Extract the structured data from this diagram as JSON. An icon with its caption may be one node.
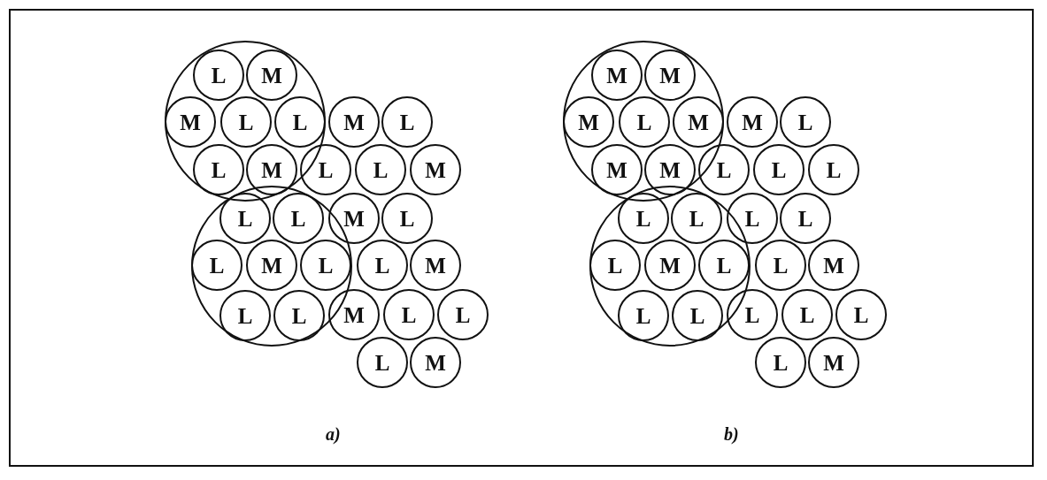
{
  "diagram": {
    "nodes": [
      {
        "text": [],
        "shape": "circle"
      },
      {
        "text": [
          "L"
        ],
        "in": 0
      },
      {
        "text": [
          "M"
        ],
        "in": 0
      },
      {
        "text": [
          "M"
        ],
        "in": 0
      },
      {
        "text": [
          "L"
        ],
        "in": 0
      },
      {
        "text": [
          "L"
        ],
        "in": 0
      },
      {
        "text": [
          "L"
        ],
        "in": 0
      },
      {
        "text": [
          "M"
        ],
        "in": 0
      },
      {
        "text": [
          "M"
        ]
      },
      {
        "text": [
          "L"
        ]
      },
      {
        "text": [
          "L"
        ]
      },
      {
        "text": [
          "L"
        ]
      },
      {
        "text": [
          "M"
        ]
      },
      {
        "text": [],
        "shape": "circle"
      },
      {
        "text": [
          "L"
        ],
        "in": 13
      },
      {
        "text": [
          "L"
        ],
        "in": 13
      },
      {
        "text": [
          "L"
        ],
        "in": 13
      },
      {
        "text": [
          "M"
        ],
        "in": 13
      },
      {
        "text": [
          "L"
        ],
        "in": 13
      },
      {
        "text": [
          "L"
        ],
        "in": 13
      },
      {
        "text": [
          "L"
        ],
        "in": 13
      },
      {
        "text": [
          "M"
        ]
      },
      {
        "text": [
          "L"
        ]
      },
      {
        "text": [
          "L"
        ]
      },
      {
        "text": [
          "M"
        ]
      },
      {
        "text": [
          "M"
        ]
      },
      {
        "text": [
          "L"
        ]
      },
      {
        "text": [
          "L"
        ]
      },
      {
        "text": [
          "L"
        ]
      },
      {
        "text": [
          "M"
        ]
      },
      {
        "text": [],
        "shape": "circle"
      },
      {
        "text": [
          "M"
        ],
        "in": 30
      },
      {
        "text": [
          "M"
        ],
        "in": 30
      },
      {
        "text": [
          "M"
        ],
        "in": 30
      },
      {
        "text": [
          "L"
        ],
        "in": 30
      },
      {
        "text": [
          "M"
        ],
        "in": 30
      },
      {
        "text": [
          "M"
        ],
        "in": 30
      },
      {
        "text": [
          "M"
        ],
        "in": 30
      },
      {
        "text": [
          "M"
        ]
      },
      {
        "text": [
          "L"
        ]
      },
      {
        "text": [
          "L"
        ]
      },
      {
        "text": [
          "L"
        ]
      },
      {
        "text": [
          "L"
        ]
      },
      {
        "text": [],
        "shape": "circle"
      },
      {
        "text": [
          "L"
        ],
        "in": 43
      },
      {
        "text": [
          "L"
        ],
        "in": 43
      },
      {
        "text": [
          "L"
        ],
        "in": 43
      },
      {
        "text": [
          "M"
        ],
        "in": 43
      },
      {
        "text": [
          "L"
        ],
        "in": 43
      },
      {
        "text": [
          "L"
        ],
        "in": 43
      },
      {
        "text": [
          "L"
        ],
        "in": 43
      },
      {
        "text": [
          "L"
        ]
      },
      {
        "text": [
          "L"
        ]
      },
      {
        "text": [
          "L"
        ]
      },
      {
        "text": [
          "M"
        ]
      },
      {
        "text": [
          "L"
        ]
      },
      {
        "text": [
          "L"
        ]
      },
      {
        "text": [
          "L"
        ]
      },
      {
        "text": [
          "L"
        ]
      },
      {
        "text": [
          "M"
        ]
      }
    ],
    "labels": [
      "a)",
      "b)"
    ]
  }
}
